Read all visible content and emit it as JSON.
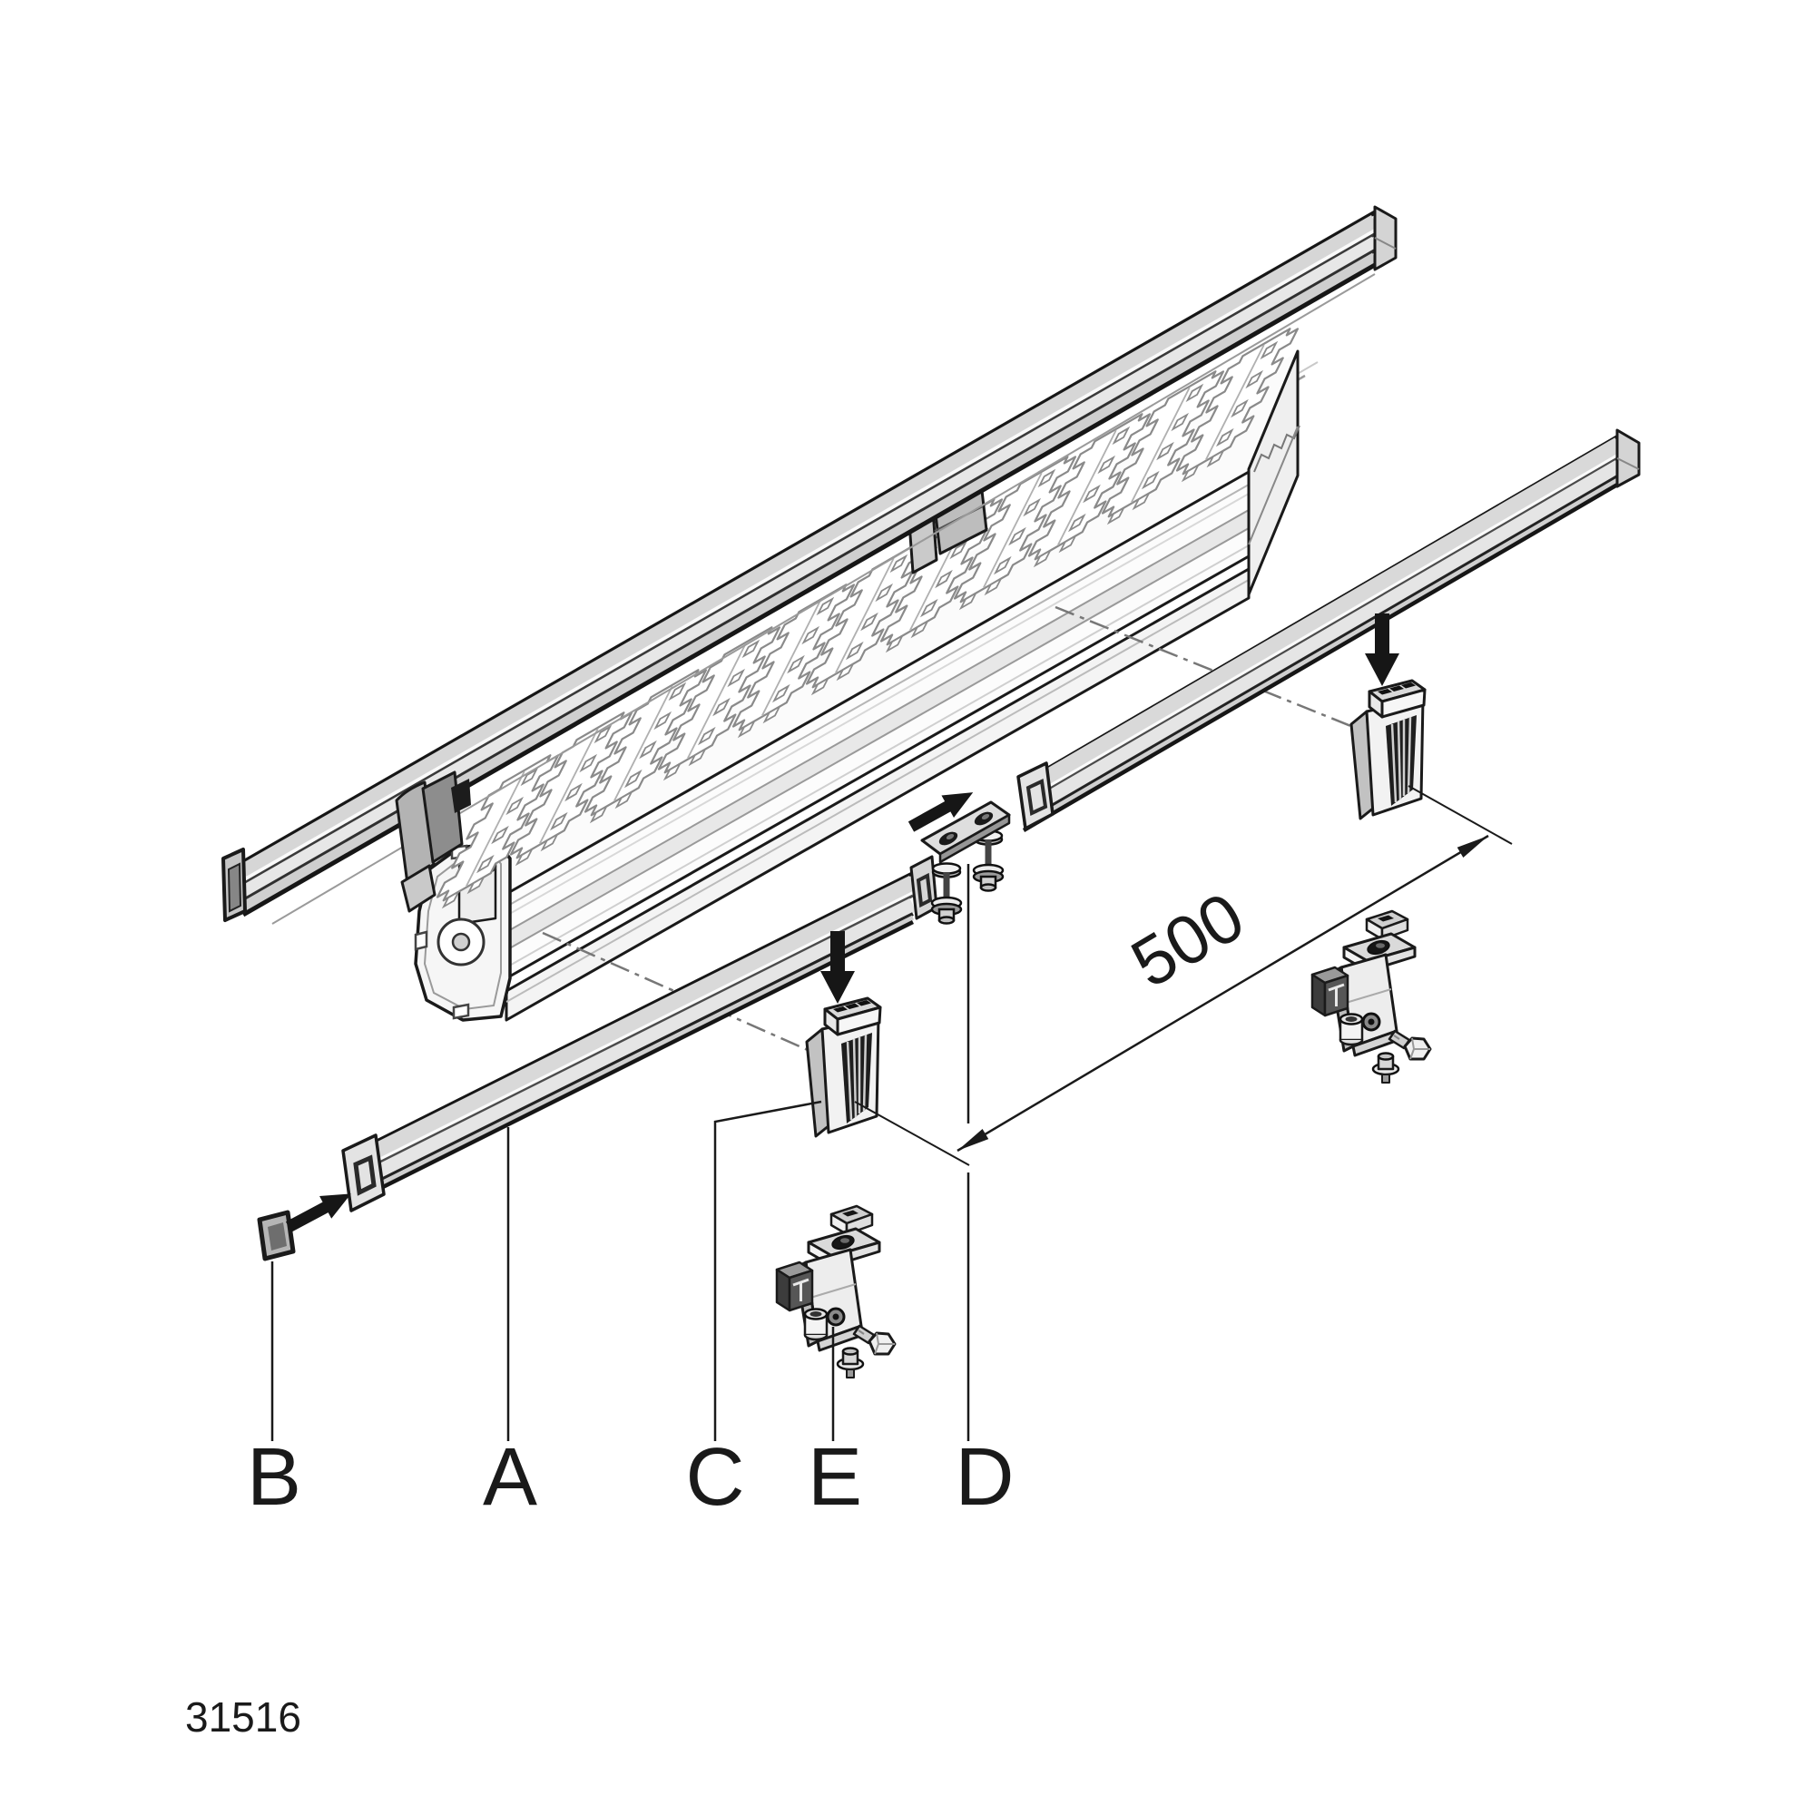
{
  "figure_number": "31516",
  "dimension_label": "500",
  "part_labels": {
    "b": "B",
    "a": "A",
    "c": "C",
    "e": "E",
    "d": "D"
  },
  "colors": {
    "background": "#ffffff",
    "line": "#1a1a1a",
    "metal_light": "#e8e8e8",
    "metal_mid": "#d6d6d6",
    "metal_shadow": "#bdbdbd",
    "slot_dark": "#1c1c1c"
  }
}
